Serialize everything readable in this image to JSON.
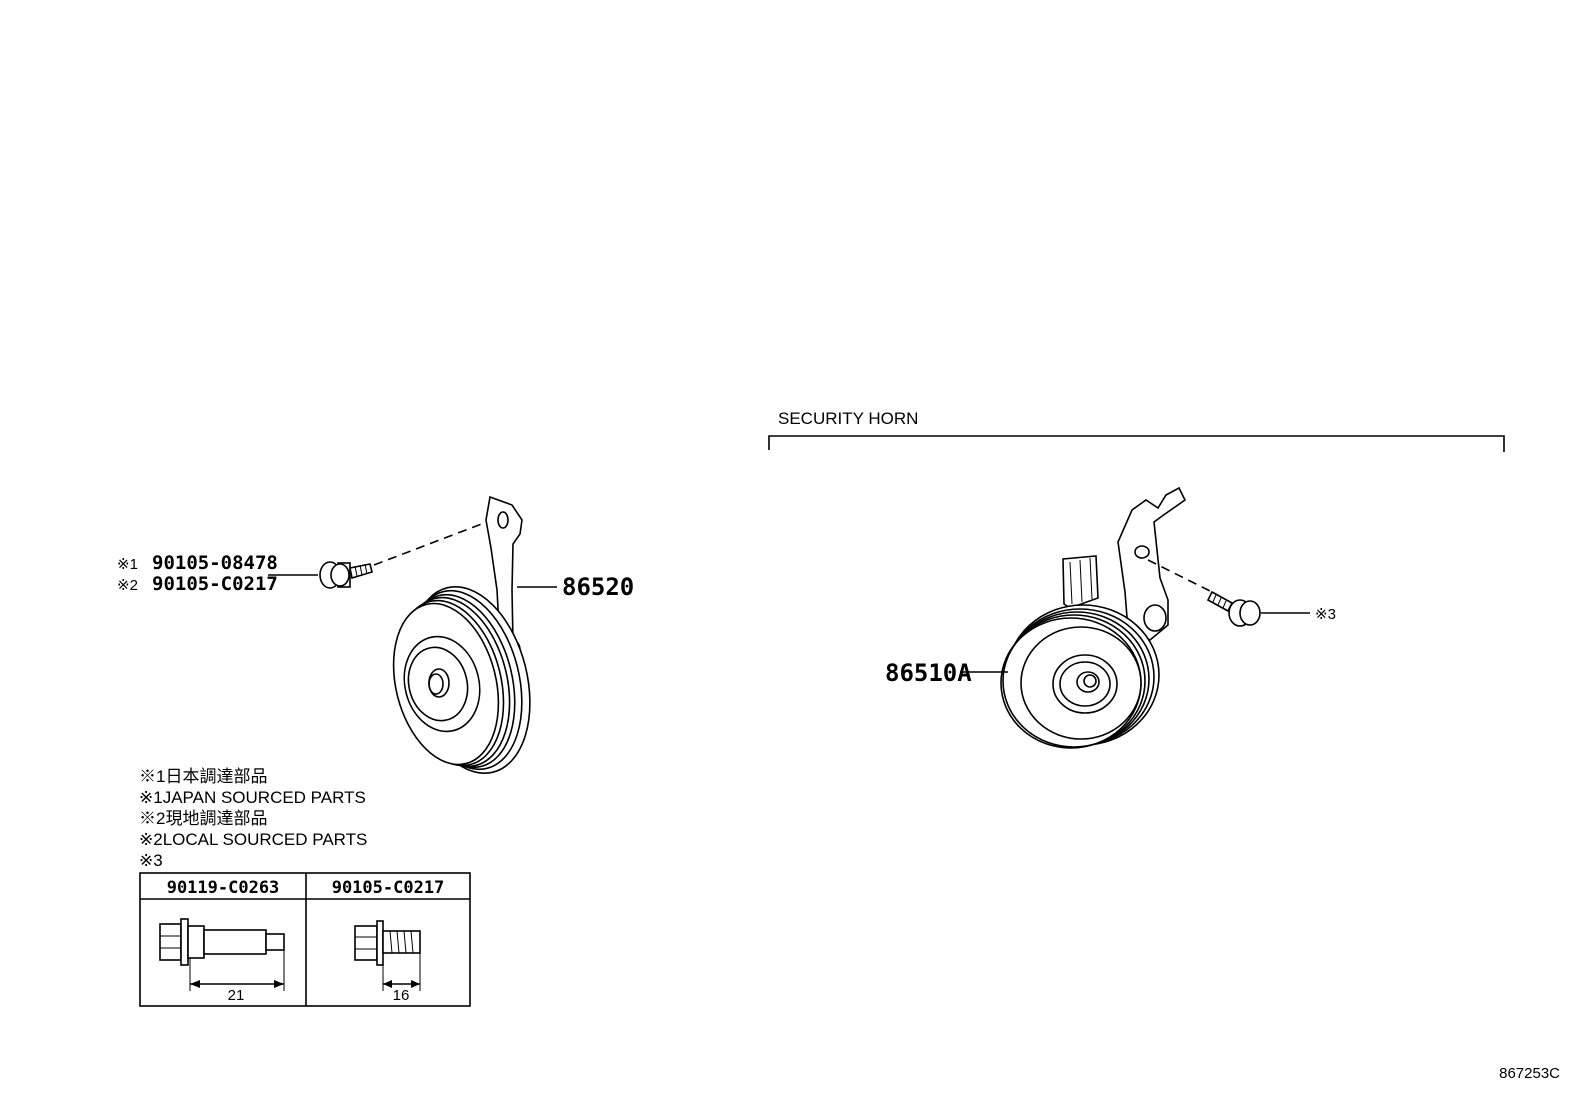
{
  "left_assembly": {
    "bolt_callouts": [
      {
        "mark": "※1",
        "part": "90105-08478"
      },
      {
        "mark": "※2",
        "part": "90105-C0217"
      }
    ],
    "horn_part": "86520"
  },
  "right_assembly": {
    "section_title": "SECURITY HORN",
    "horn_part": "86510A",
    "bolt_note": "※3"
  },
  "notes": {
    "jp1": "※1日本調達部品",
    "en1": "※1JAPAN SOURCED PARTS",
    "jp2": "※2現地調達部品",
    "en2": "※2LOCAL SOURCED PARTS",
    "n3": "※3"
  },
  "bolt_table": {
    "columns": [
      {
        "part": "90119-C0263",
        "dimension": "21"
      },
      {
        "part": "90105-C0217",
        "dimension": "16"
      }
    ]
  },
  "diagram_id": "867253C"
}
